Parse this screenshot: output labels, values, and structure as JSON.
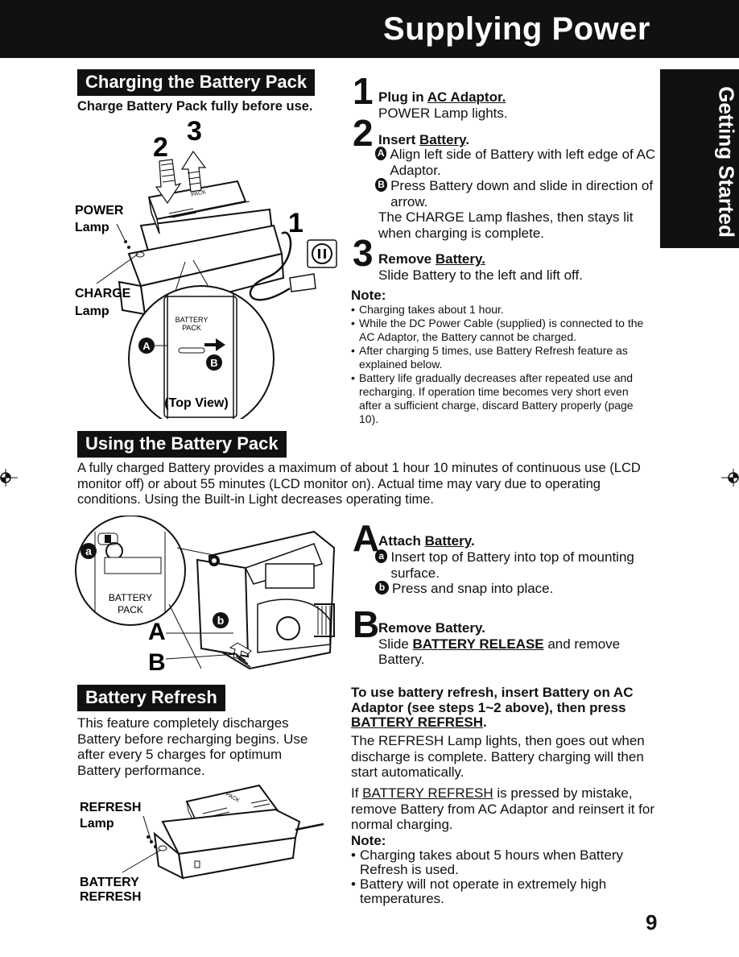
{
  "header": {
    "title": "Supplying Power"
  },
  "side_tab": {
    "label": "Getting Started"
  },
  "charging": {
    "heading": "Charging the Battery Pack",
    "subheading": "Charge Battery Pack fully before use.",
    "figure": {
      "num2": "2",
      "num3": "3",
      "num1": "1",
      "power_lamp": [
        "POWER",
        "Lamp"
      ],
      "charge_lamp": [
        "CHARGE",
        "Lamp"
      ],
      "battery_pack": [
        "BATTERY",
        "PACK"
      ],
      "marker_a": "A",
      "marker_b": "B",
      "top_view": "(Top View)",
      "battery_top_text": "BATTERY PACK"
    },
    "steps": [
      {
        "num": "1",
        "title_prefix": "Plug in ",
        "title_link": "AC Adaptor.",
        "line": "POWER Lamp lights."
      },
      {
        "num": "2",
        "title_prefix": "Insert ",
        "title_link": "Battery",
        "sub_a_marker": "A",
        "sub_a": "Align left side of Battery with left edge of AC Adaptor.",
        "sub_b_marker": "B",
        "sub_b": "Press Battery down and slide in direction of arrow.",
        "extra": "The CHARGE Lamp flashes, then stays lit when charging is complete."
      },
      {
        "num": "3",
        "title_prefix": "Remove ",
        "title_link": "Battery.",
        "line": "Slide Battery to the left and lift off."
      }
    ],
    "note_title": "Note:",
    "notes": [
      "Charging takes about 1 hour.",
      "While the DC Power Cable (supplied) is connected to the AC Adaptor, the Battery cannot be charged.",
      "After charging 5 times, use Battery Refresh feature as explained below.",
      "Battery life gradually decreases after repeated use and recharging. If operation time becomes very short even after a sufficient charge, discard Battery properly (page 10)."
    ]
  },
  "using": {
    "heading": "Using the Battery Pack",
    "intro": "A fully charged Battery provides a maximum of about 1 hour 10 minutes of continuous use (LCD monitor off) or about 55 minutes (LCD monitor on). Actual time may vary due to operating conditions. Using the Built-in Light decreases operating time.",
    "figure": {
      "a_small": "a",
      "b_small": "b",
      "battery_pack": [
        "BATTERY",
        "PACK"
      ],
      "A": "A",
      "B": "B"
    },
    "stepA": {
      "letter": "A",
      "title_prefix": "Attach ",
      "title_link": "Battery",
      "sub_a_marker": "a",
      "sub_a": "Insert top of Battery into top of mounting surface.",
      "sub_b_marker": "b",
      "sub_b": "Press and snap into place."
    },
    "stepB": {
      "letter": "B",
      "title": "Remove Battery.",
      "line_prefix": "Slide ",
      "line_link": "BATTERY RELEASE",
      "line_suffix": " and remove Battery."
    }
  },
  "refresh": {
    "heading": "Battery Refresh",
    "text": "This feature completely discharges Battery before recharging begins. Use after every 5 charges for optimum Battery performance.",
    "figure": {
      "refresh_lamp": [
        "REFRESH",
        "Lamp"
      ],
      "battery_refresh": [
        "BATTERY",
        "REFRESH"
      ],
      "battery_top_text": "BATTERY PACK"
    },
    "instruction_prefix": "To use battery refresh, insert Battery on AC Adaptor (see steps 1~2 above), then press ",
    "instruction_link": "BATTERY REFRESH",
    "p1": "The REFRESH Lamp lights, then goes out when discharge is complete. Battery charging will then start automatically.",
    "p2_prefix": "If ",
    "p2_link": "BATTERY REFRESH",
    "p2_suffix": " is pressed by mistake, remove Battery from AC Adaptor and reinsert it for normal charging.",
    "note_title": "Note:",
    "notes": [
      "Charging takes about 5 hours when Battery Refresh is used.",
      "Battery will not operate in extremely high temperatures."
    ]
  },
  "footer": {
    "page_number": "9"
  }
}
